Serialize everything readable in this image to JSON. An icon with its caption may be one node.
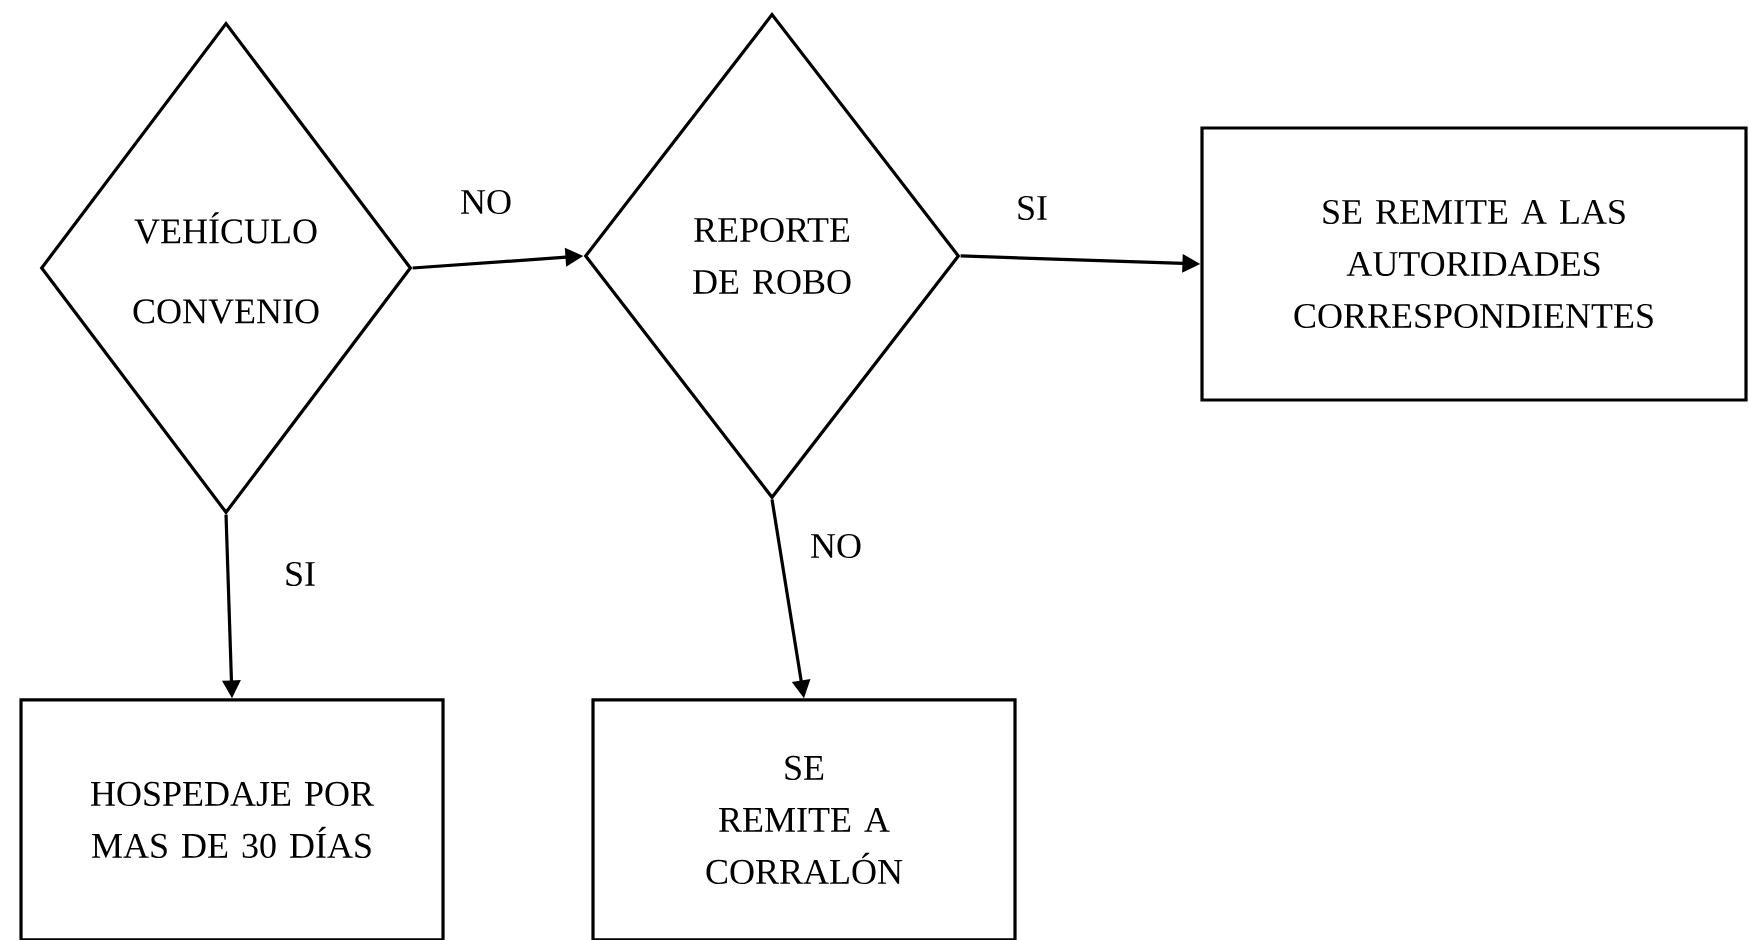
{
  "diagram": {
    "nodes": [
      {
        "text": [
          "VEHÍCULO CONVENIO"
        ]
      },
      {
        "text": [
          "REPORTE DE ROBO"
        ]
      },
      {
        "text": [
          "SE REMITE A LAS AUTORIDADES CORRESPONDIENTES"
        ]
      },
      {
        "text": [
          "HOSPEDAJE POR MAS DE 30 DÍAS"
        ]
      },
      {
        "text": [
          "SE REMITE A CORRALÓN"
        ]
      }
    ],
    "edges": [
      {
        "from": 0,
        "to": 1,
        "arrow": "to",
        "label": "NO"
      },
      {
        "from": 1,
        "to": 2,
        "arrow": "to",
        "label": "SI"
      },
      {
        "from": 0,
        "to": 3,
        "arrow": "to",
        "label": "SI"
      },
      {
        "from": 1,
        "to": 4,
        "arrow": "to",
        "label": "NO"
      }
    ]
  }
}
